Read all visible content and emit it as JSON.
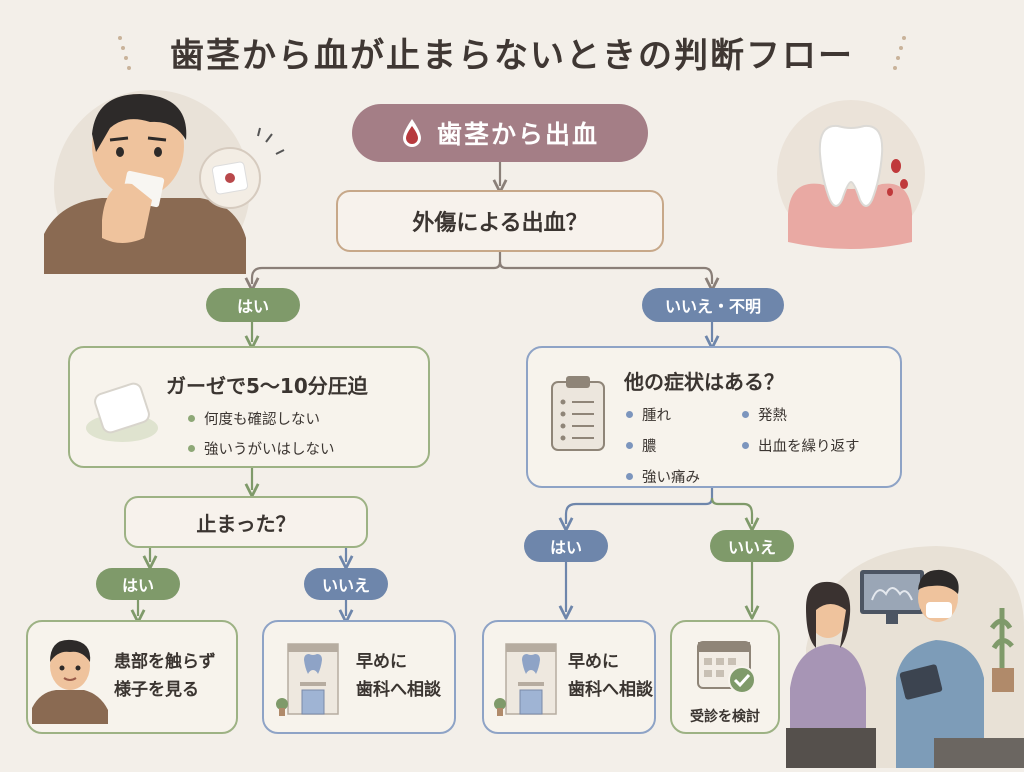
{
  "title": "歯茎から血が止まらないときの判断フロー",
  "start": {
    "label": "歯茎から出血",
    "icon": "blood-drop-icon"
  },
  "q1": {
    "text": "外傷による出血？"
  },
  "branches": {
    "yes_label": "はい",
    "no_label": "いいえ・不明"
  },
  "gauze": {
    "title": "ガーゼで5〜10分圧迫",
    "bullets": [
      "何度も確認しない",
      "強いうがいはしない"
    ],
    "icon": "gauze-icon"
  },
  "symptoms": {
    "title": "他の症状はある？",
    "col1": [
      "腫れ",
      "膿",
      "強い痛み"
    ],
    "col2": [
      "発熱",
      "出血を繰り返す"
    ],
    "icon": "clipboard-icon"
  },
  "q2": {
    "text": "止まった？"
  },
  "q2_branches": {
    "yes_label": "はい",
    "no_label": "いいえ"
  },
  "q3_branches": {
    "yes_label": "はい",
    "no_label": "いいえ"
  },
  "results": {
    "watch": {
      "lines": [
        "患部を触らず",
        "様子を見る"
      ]
    },
    "dentist_left": {
      "lines": [
        "早めに",
        "歯科へ相談"
      ]
    },
    "dentist_right": {
      "lines": [
        "早めに",
        "歯科へ相談"
      ]
    },
    "consider": {
      "text": "受診を検討"
    }
  },
  "colors": {
    "accent_start": "#a47e86",
    "question_border": "#c7a889",
    "green": "#7f9a6a",
    "blue": "#6e86ab",
    "connector": "#8a7f78"
  }
}
